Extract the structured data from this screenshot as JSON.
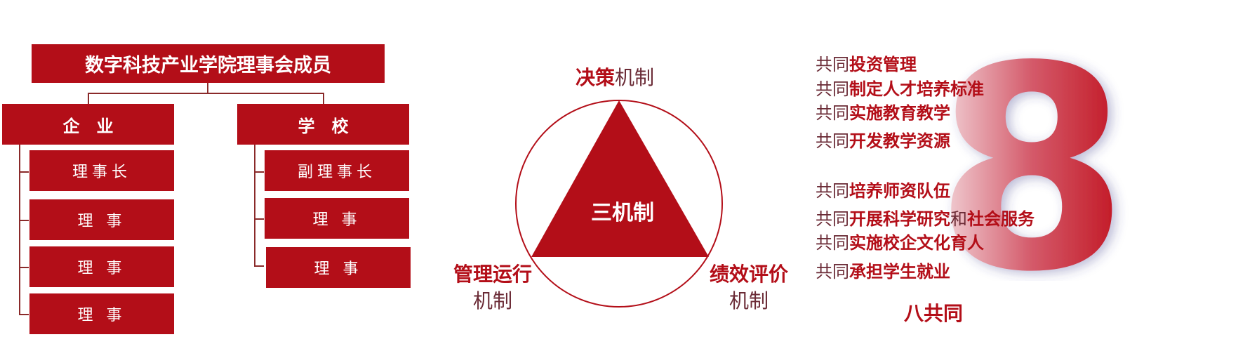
{
  "org": {
    "title": "数字科技产业学院理事会成员",
    "enterprise": {
      "label": "企　业",
      "members": [
        "理事长",
        "理 事",
        "理 事",
        "理 事"
      ]
    },
    "school": {
      "label": "学　校",
      "members": [
        "副理事长",
        "理 事",
        "理 事"
      ]
    }
  },
  "mechanism": {
    "center": "三机制",
    "top": {
      "bold": "决策",
      "normal": "机制"
    },
    "left": {
      "bold": "管理运行",
      "normal": "机制"
    },
    "right": {
      "bold": "绩效评价",
      "normal": "机制"
    }
  },
  "eight": {
    "digit": "8",
    "caption": "八共同",
    "prefix": "共同",
    "items": [
      {
        "bold": "投资管理"
      },
      {
        "bold": "制定人才培养标准"
      },
      {
        "bold": "实施教育教学"
      },
      {
        "bold": "开发教学资源"
      },
      {
        "bold": "培养师资队伍"
      },
      {
        "bold": "开展科学研究",
        "mid": "和",
        "bold2": "社会服务"
      },
      {
        "bold": "实施校企文化育人"
      },
      {
        "bold": "承担学生就业"
      }
    ]
  },
  "colors": {
    "primary": "#b30e18",
    "text_secondary": "#6a2a35"
  }
}
